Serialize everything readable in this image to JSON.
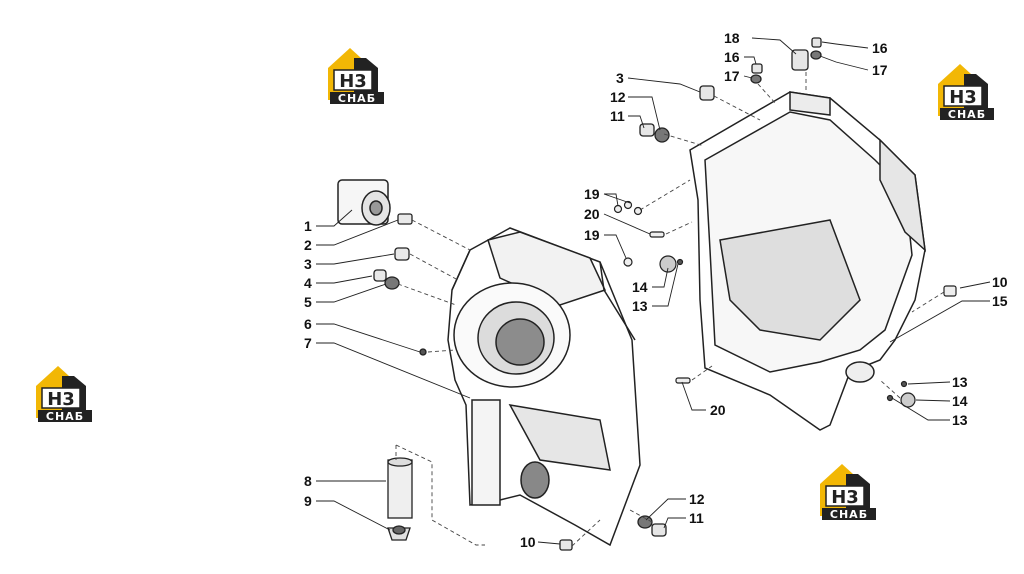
{
  "watermark": {
    "top_text": "H3",
    "bottom_text": "CHAБ",
    "colors": {
      "gold": "#F2B705",
      "dark": "#222222",
      "white": "#FFFFFF"
    }
  },
  "callouts": {
    "c1": "1",
    "c2": "2",
    "c3a": "3",
    "c4": "4",
    "c5": "5",
    "c6": "6",
    "c7": "7",
    "c8": "8",
    "c9": "9",
    "c10a": "10",
    "c11a": "11",
    "c12a": "12",
    "c3b": "3",
    "c12b": "12",
    "c11b": "11",
    "c19a": "19",
    "c20a": "20",
    "c19b": "19",
    "c14a": "14",
    "c13a": "13",
    "c18": "18",
    "c16a": "16",
    "c17a": "17",
    "c16b": "16",
    "c17b": "17",
    "c10b": "10",
    "c15": "15",
    "c13b": "13",
    "c14b": "14",
    "c13c": "13",
    "c20b": "20"
  }
}
